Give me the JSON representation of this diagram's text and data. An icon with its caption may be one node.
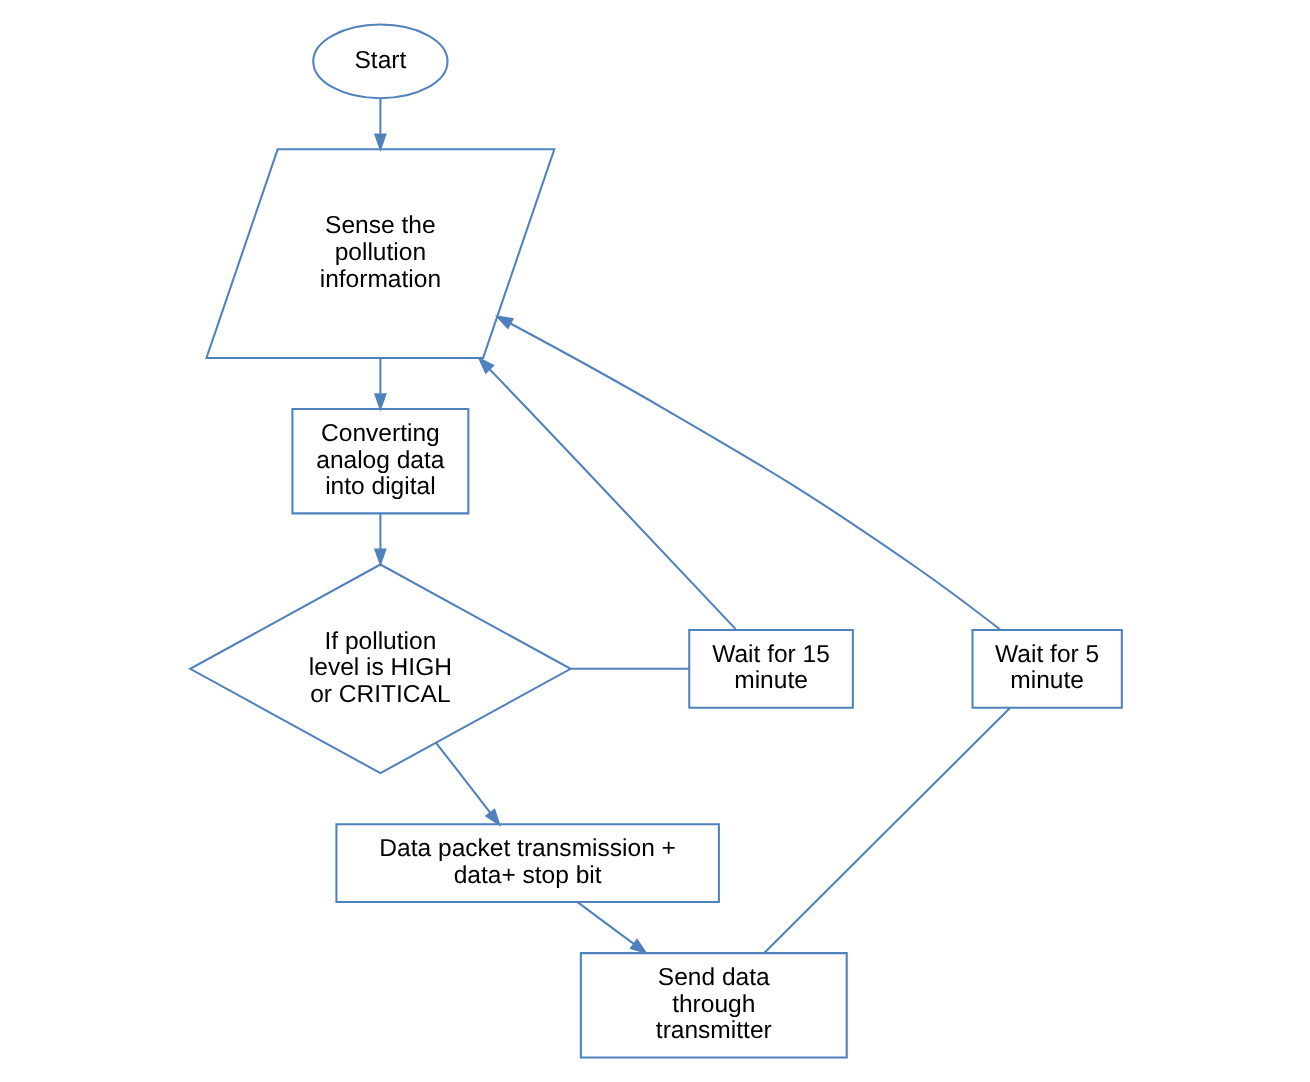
{
  "diagram": {
    "nodes": [
      {
        "text": [
          "Start"
        ]
      },
      {
        "text": [
          "Sense the pollution information"
        ]
      },
      {
        "text": [
          "Converting analog data into digital"
        ]
      },
      {
        "text": [
          "If pollution level is HIGH or CRITICAL"
        ]
      },
      {
        "text": [
          "Data packet transmission + data+ stop bit"
        ]
      },
      {
        "text": [
          "Send data through transmitter"
        ]
      },
      {
        "text": [
          "Wait for 15 minute"
        ]
      },
      {
        "text": [
          "Wait for 5 minute"
        ]
      }
    ],
    "edges": [
      {
        "from": 0,
        "to": 1,
        "arrow": "to"
      },
      {
        "from": 1,
        "to": 2,
        "arrow": "to"
      },
      {
        "from": 2,
        "to": 3,
        "arrow": "to"
      },
      {
        "from": 3,
        "to": 4,
        "arrow": "to"
      },
      {
        "from": 4,
        "to": 5,
        "arrow": "to"
      },
      {
        "from": 3,
        "to": 6,
        "arrow": "none"
      },
      {
        "from": 6,
        "to": 1,
        "arrow": "to"
      },
      {
        "from": 5,
        "to": 7,
        "arrow": "none"
      },
      {
        "from": 7,
        "to": 1,
        "arrow": "to"
      }
    ]
  }
}
